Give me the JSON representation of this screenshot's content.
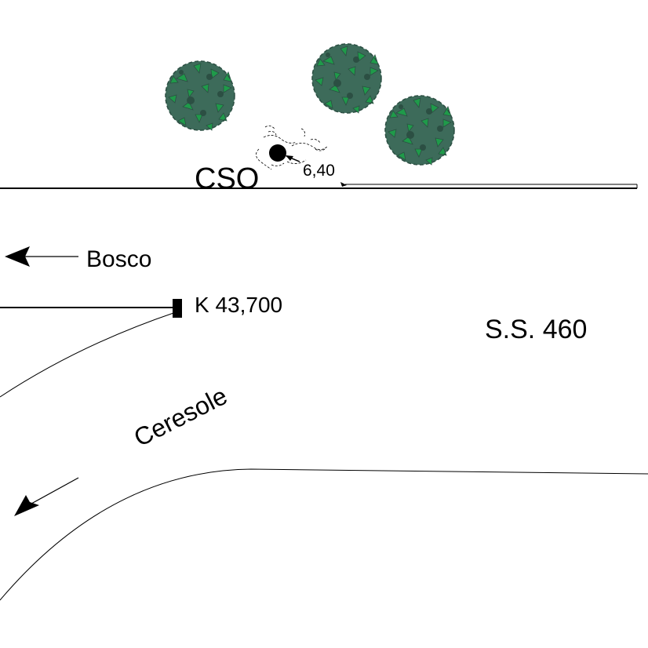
{
  "labels": {
    "cso": "CSO",
    "distance": "6,40",
    "bosco": "Bosco",
    "marker": "K 43,700",
    "road": "S.S. 460",
    "ceresole": "Ceresole"
  },
  "icons": {
    "tree": "tree-icon",
    "manhole": "manhole-icon",
    "arrow": "arrow-left-icon",
    "milestone": "milestone-icon"
  },
  "colors": {
    "foliage_dark": "#3d6b5a",
    "foliage_light": "#1f9a4a",
    "ink": "#000000",
    "background": "#ffffff"
  }
}
